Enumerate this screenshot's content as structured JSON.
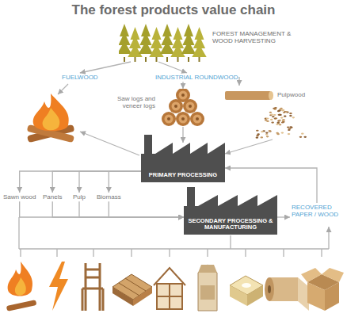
{
  "diagram": {
    "title": "The forest products value chain",
    "nodes": [
      {
        "text": [
          "FOREST MANAGEMENT & WOOD HARVESTING"
        ]
      },
      {
        "text": [
          "FUELWOOD"
        ]
      },
      {
        "text": [
          "INDUSTRIAL ROUNDWOOD"
        ]
      },
      {
        "text": [
          "Saw logs and veneer logs"
        ]
      },
      {
        "text": [
          "Pulpwood"
        ]
      },
      {
        "text": [
          "PRIMARY PROCESSING"
        ]
      },
      {
        "text": [
          "Sawn wood"
        ]
      },
      {
        "text": [
          "Panels"
        ]
      },
      {
        "text": [
          "Pulp"
        ]
      },
      {
        "text": [
          "Biomass"
        ]
      },
      {
        "text": [
          "SECONDARY PROCESSING & MANUFACTURING"
        ]
      },
      {
        "text": [
          "RECOVERED PAPER / WOOD"
        ]
      }
    ],
    "edges": [
      {
        "from": 0,
        "to": 1,
        "arrow": "to"
      },
      {
        "from": 0,
        "to": 2,
        "arrow": "to"
      },
      {
        "from": 2,
        "to": 3,
        "arrow": "to"
      },
      {
        "from": 2,
        "to": 4,
        "arrow": "to"
      },
      {
        "from": 3,
        "to": 5,
        "arrow": "to"
      },
      {
        "from": 4,
        "to": 5,
        "arrow": "to"
      },
      {
        "from": 5,
        "to": 6,
        "arrow": "to"
      },
      {
        "from": 5,
        "to": 7,
        "arrow": "to"
      },
      {
        "from": 5,
        "to": 8,
        "arrow": "to"
      },
      {
        "from": 5,
        "to": 9,
        "arrow": "to"
      },
      {
        "from": 6,
        "to": 10,
        "arrow": "to"
      },
      {
        "from": 7,
        "to": 10,
        "arrow": "to"
      },
      {
        "from": 8,
        "to": 10,
        "arrow": "to"
      },
      {
        "from": 9,
        "to": 10,
        "arrow": "to"
      },
      {
        "from": 10,
        "to": 11,
        "arrow": "to"
      },
      {
        "from": 11,
        "to": 5,
        "arrow": "to"
      }
    ]
  }
}
